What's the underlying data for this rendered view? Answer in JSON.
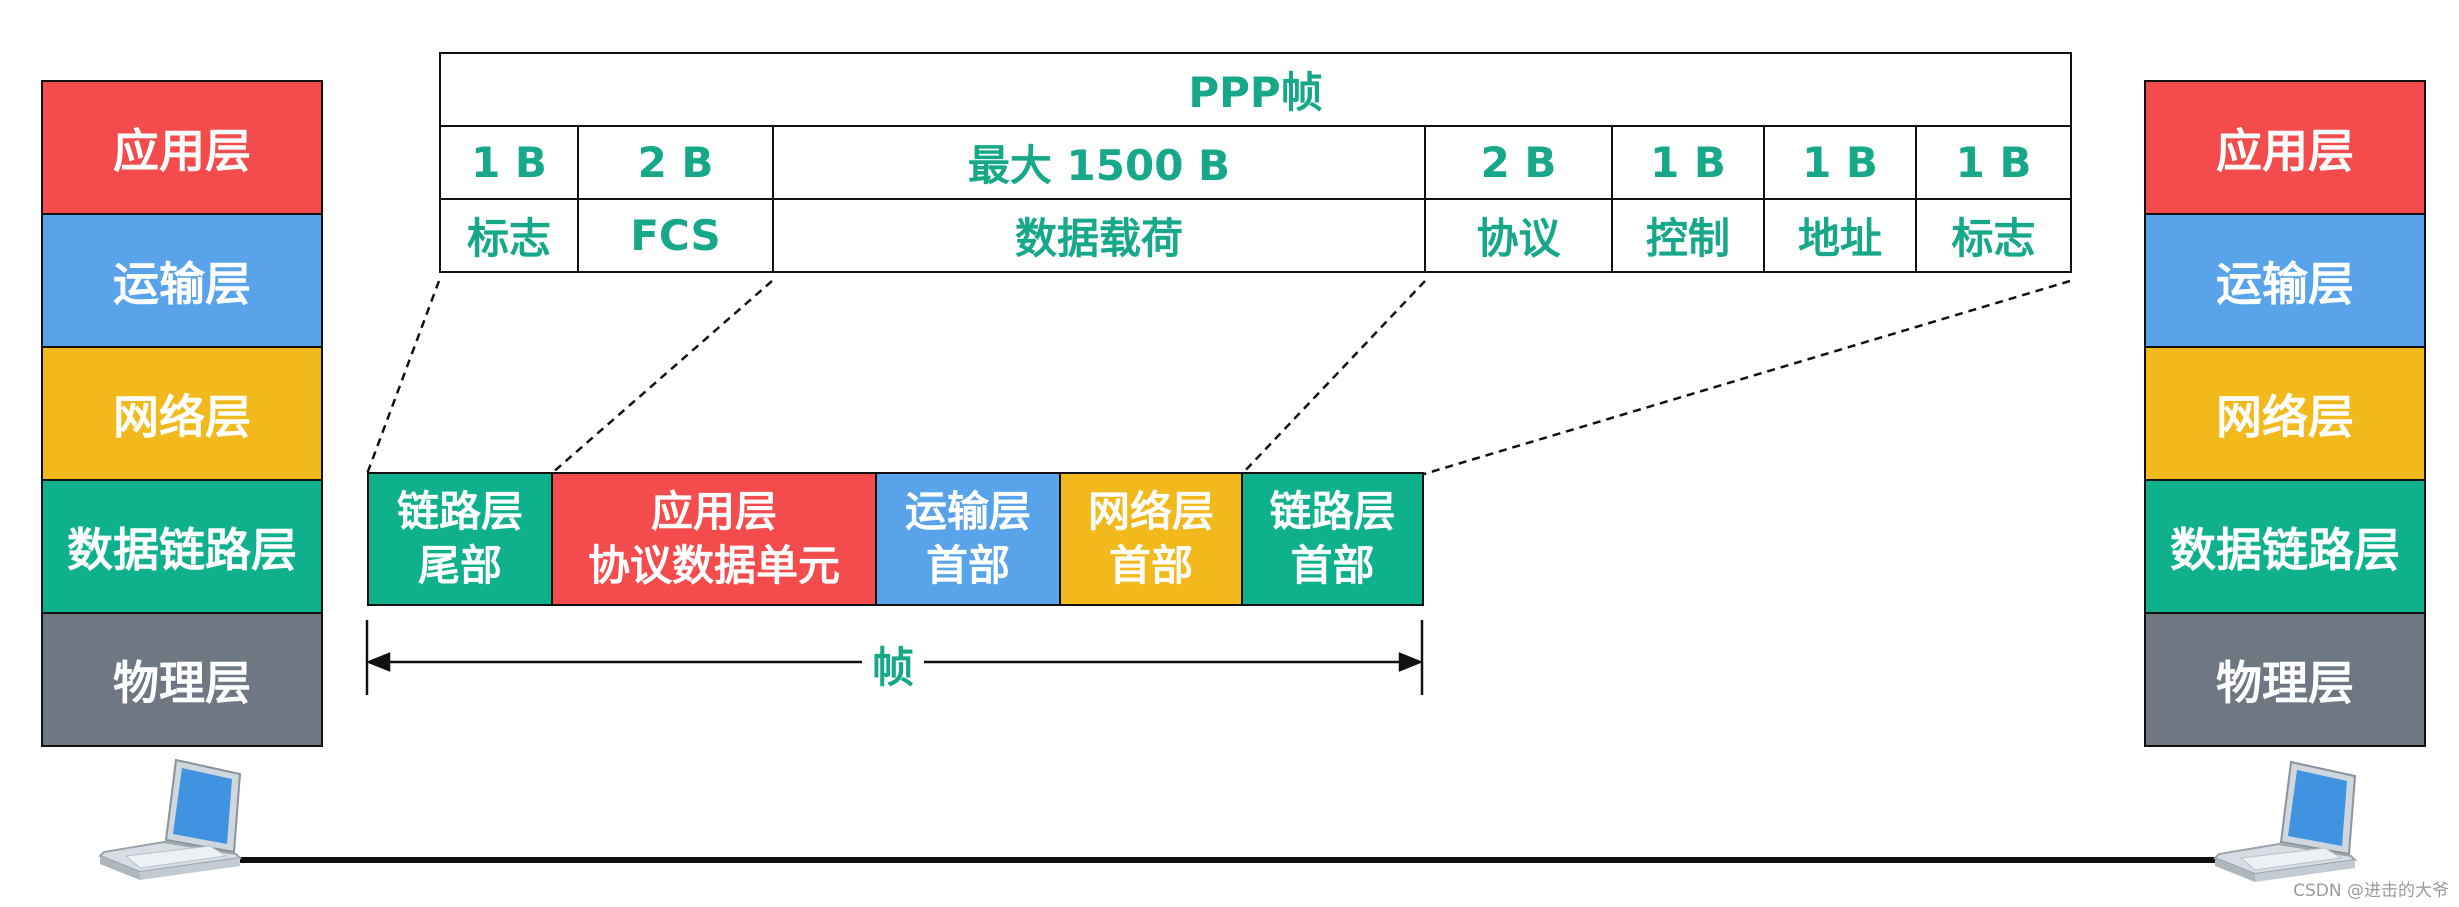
{
  "colors": {
    "application": "#f44c4c",
    "transport": "#58a3e9",
    "network": "#f2b91c",
    "datalink": "#0eb18c",
    "physical": "#6f7783",
    "teal_text": "#17a88a"
  },
  "left_stack": [
    "应用层",
    "运输层",
    "网络层",
    "数据链路层",
    "物理层"
  ],
  "right_stack": [
    "应用层",
    "运输层",
    "网络层",
    "数据链路层",
    "物理层"
  ],
  "ppp": {
    "title": "PPP帧",
    "sizes": [
      "1 B",
      "2 B",
      "最大 1500 B",
      "2 B",
      "1 B",
      "1 B",
      "1 B"
    ],
    "fields": [
      "标志",
      "FCS",
      "数据载荷",
      "协议",
      "控制",
      "地址",
      "标志"
    ]
  },
  "frame": {
    "segments": [
      {
        "line1": "链路层",
        "line2": "尾部"
      },
      {
        "line1": "应用层",
        "line2": "协议数据单元"
      },
      {
        "line1": "运输层",
        "line2": "首部"
      },
      {
        "line1": "网络层",
        "line2": "首部"
      },
      {
        "line1": "链路层",
        "line2": "首部"
      }
    ],
    "span_label": "帧"
  },
  "icons": [
    "laptop-icon",
    "laptop-icon"
  ],
  "watermark": "CSDN @进击的大爷"
}
